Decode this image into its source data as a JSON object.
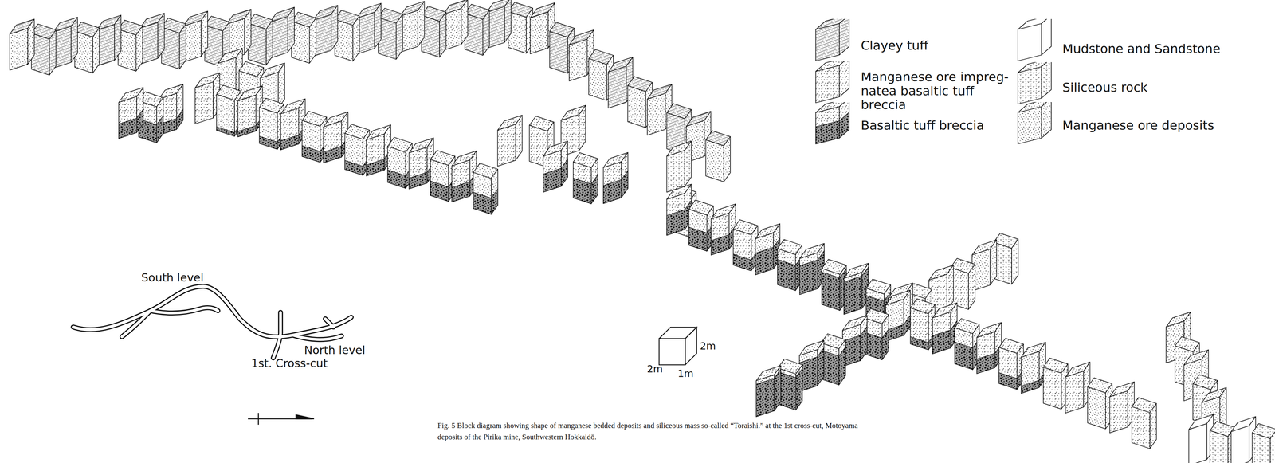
{
  "diagram": {
    "caption": "Fig. 5 Block diagram showing shape of manganese bedded deposits and siliceous mass so-called “Toraishi.” at the 1st cross-cut, Motoyama deposits of the Pirika mine, Southwestern Hokkaidō.",
    "labels": [
      "South level",
      "1st. Cross-cut",
      "North level",
      "2m",
      "2m",
      "1m"
    ],
    "legend": [
      {
        "text": "Clayey tuff"
      },
      {
        "text": "Manganese ore impreg- natea basaltic tuff breccia"
      },
      {
        "text": "Basaltic tuff breccia"
      },
      {
        "text": "Mudstone and Sandstone"
      },
      {
        "text": "Siliceous rock"
      },
      {
        "text": "Manganese ore deposits"
      }
    ]
  }
}
